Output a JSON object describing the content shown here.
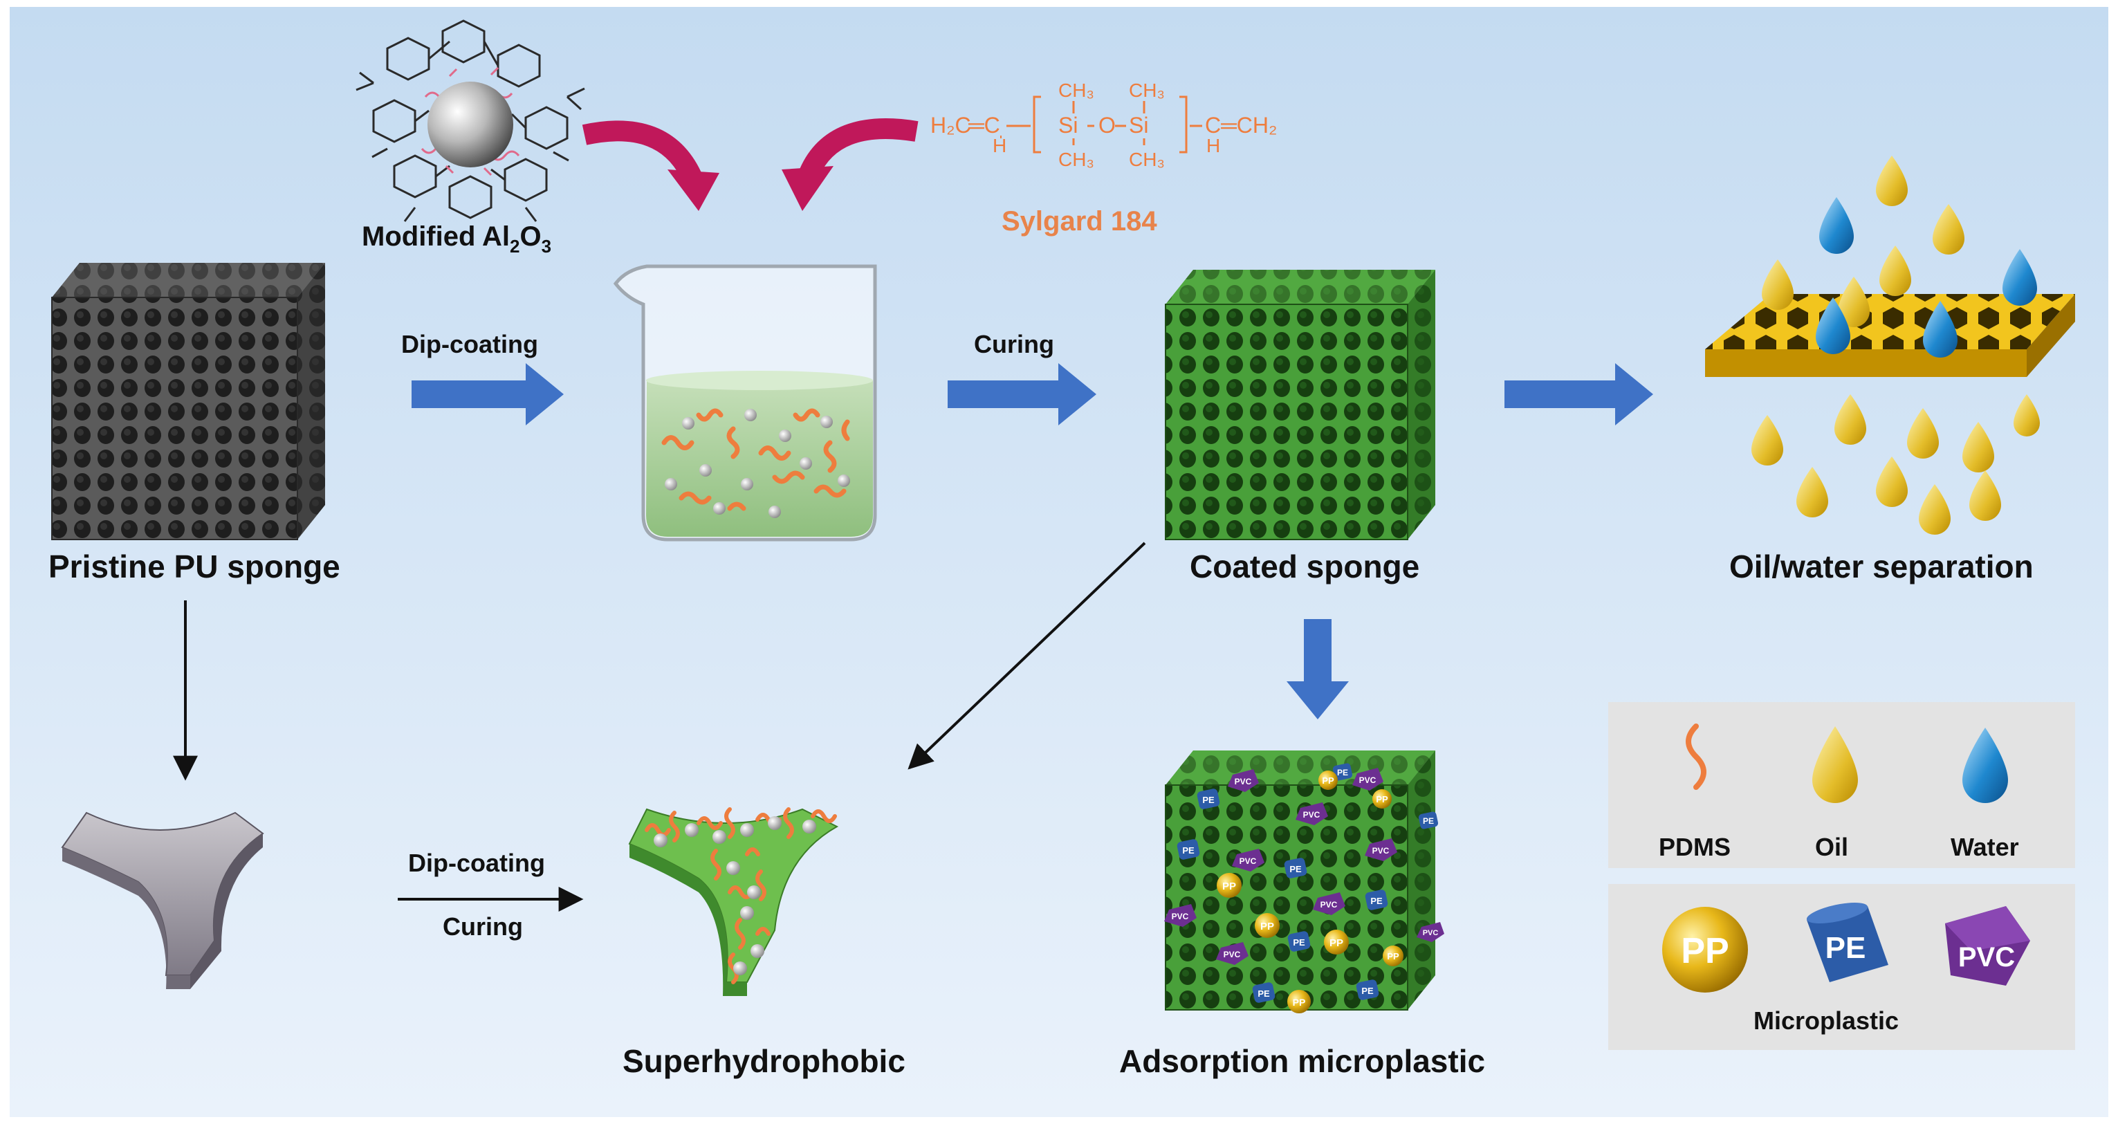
{
  "labels": {
    "modified_al2o3_prefix": "Modified Al",
    "modified_al2o3_sub1": "2",
    "modified_al2o3_mid": "O",
    "modified_al2o3_sub2": "3",
    "sylgard": "Sylgard 184",
    "pristine": "Pristine PU sponge",
    "coated": "Coated sponge",
    "oil_water": "Oil/water separation",
    "superhydrophobic": "Superhydrophobic",
    "adsorption": "Adsorption microplastic",
    "dip_coating_top": "Dip-coating",
    "curing_top": "Curing",
    "dip_coating_bottom": "Dip-coating",
    "curing_bottom": "Curing"
  },
  "formula": {
    "h2c": "H₂C",
    "eq1": "═C",
    "h1": "H",
    "ch3_1": "CH₃",
    "si1": "Si",
    "o": "O",
    "si2": "Si",
    "ch3_2": "CH₃",
    "ch3_3": "CH₃",
    "ch3_4": "CH₃",
    "c2": "C═CH₂",
    "h2": "H"
  },
  "legend": {
    "pdms": "PDMS",
    "oil": "Oil",
    "water": "Water",
    "pp": "PP",
    "pe": "PE",
    "pvc": "PVC",
    "microplastic": "Microplastic"
  },
  "particle_labels": {
    "pvc": "PVC",
    "pe": "PE",
    "pp": "PP"
  },
  "colors": {
    "background_top": "#c3daf0",
    "background_bottom": "#e9f1fa",
    "arrow_blue": "#3f72c6",
    "arrow_magenta": "#c0185a",
    "sponge_gray": "#4a4a4a",
    "sponge_green": "#3a8a2e",
    "mesh_gold": "#e3b20e",
    "pdms_orange": "#ee7d3e",
    "oil_gold": "#e8c232",
    "water_blue": "#1f88cf",
    "pe_blue": "#2c5ca8",
    "pvc_purple": "#6c2f91",
    "legend_panel": "#e3e3e3"
  }
}
